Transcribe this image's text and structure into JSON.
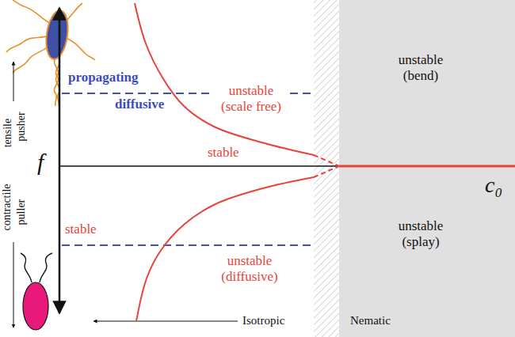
{
  "diagram": {
    "nodes": [
      {
        "text": [
          "unstable (bend)",
          "unstable (splay)"
        ]
      }
    ],
    "labels": [
      "tensile",
      "pusher",
      "f",
      "contractile",
      "puller",
      "propagating",
      "diffusive",
      "unstable (scale free)",
      "stable",
      "stable",
      "unstable (diffusive)",
      "c₀",
      "Isotropic",
      "Nematic"
    ]
  }
}
